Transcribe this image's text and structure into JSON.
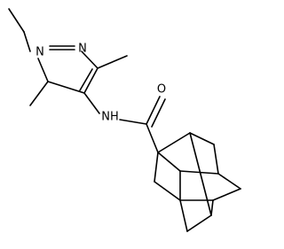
{
  "molecule": {
    "atom_labels": {
      "n1": "N",
      "n2": "N",
      "nh": "NH",
      "o": "O"
    }
  }
}
